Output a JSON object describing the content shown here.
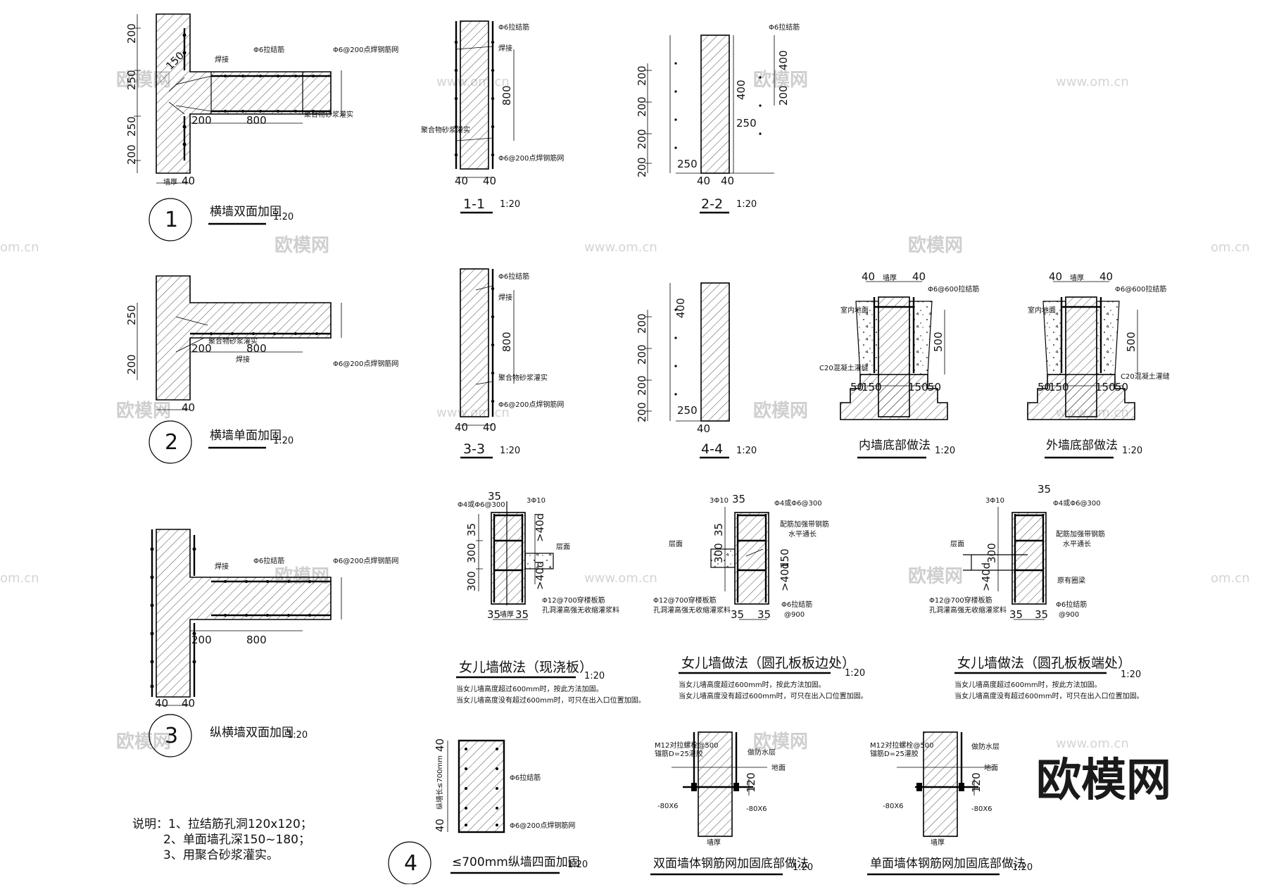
{
  "watermarks": {
    "brand_cn": "欧模网",
    "site": "www.om.cn",
    "site_short": "om.cn",
    "logo": "欧模网"
  },
  "labels": {
    "d1_title": "横墙双面加固",
    "d1_no": "1",
    "d2_title": "横墙单面加固",
    "d2_no": "2",
    "d3_title": "纵横墙双面加固",
    "d3_no": "3",
    "d4_title": "≤700mm纵墙四面加固",
    "d4_no": "4",
    "s11": "1-1",
    "s22": "2-2",
    "s33": "3-3",
    "s44": "4-4",
    "inner_base": "内墙底部做法",
    "outer_base": "外墙底部做法",
    "parapet_cast": "女儿墙做法（现浇板）",
    "parapet_hollow_edge": "女儿墙做法（圆孔板板边处）",
    "parapet_hollow_end": "女儿墙做法（圆孔板板端处）",
    "base_double": "双面墙体钢筋网加固底部做法",
    "base_single": "单面墙体钢筋网加固底部做法",
    "scale": "1:20",
    "parapet_note1": "当女儿墙高度超过600mm时，按此方法加固。",
    "parapet_note2": "当女儿墙高度没有超过600mm时，可只在出入口位置加固。"
  },
  "notes": {
    "head": "说明：1、拉结筋孔洞120x120；",
    "line2": "2、单面墙孔深150~180；",
    "line3": "3、用聚合砂浆灌实。"
  },
  "annotations": {
    "tie": "Φ6拉结筋",
    "mesh": "Φ6@200点焊钢筋网",
    "weld": "焊接",
    "grout": "聚合物砂浆灌实",
    "wall_thk": "墙厚",
    "c20": "C20混凝土灌缝",
    "indoor": "室内地面",
    "tie600": "Φ6@600拉结筋",
    "bar_cast": "Φ4或Φ6@300",
    "bar_3": "3Φ10",
    "through": "Φ12@700穿楼板筋",
    "hole_note": "孔洞灌高强无收缩灌浆料",
    "floor": "层面",
    "add_bar": "配筋加强带钢筋",
    "horiz": "水平通长",
    "tie900": "Φ6拉结筋",
    "at900": "@900",
    "anchor": "M12对拉螺栓@500",
    "anchor2": "锚筋D=25灌胶",
    "plate": "-80X6",
    "wp": "做防水层",
    "ground": "地面",
    "ring": "原有圈梁",
    "wall_h": "纵墙长≤700mm"
  },
  "dimensions": {
    "d200": "200",
    "d250": "250",
    "d800": "800",
    "d40": "40",
    "d150": "150",
    "d400": "400",
    "d500": "500",
    "d300": "300",
    "d35": "35",
    "d120": "120",
    "d50": "50",
    "d40d": ">40d"
  }
}
